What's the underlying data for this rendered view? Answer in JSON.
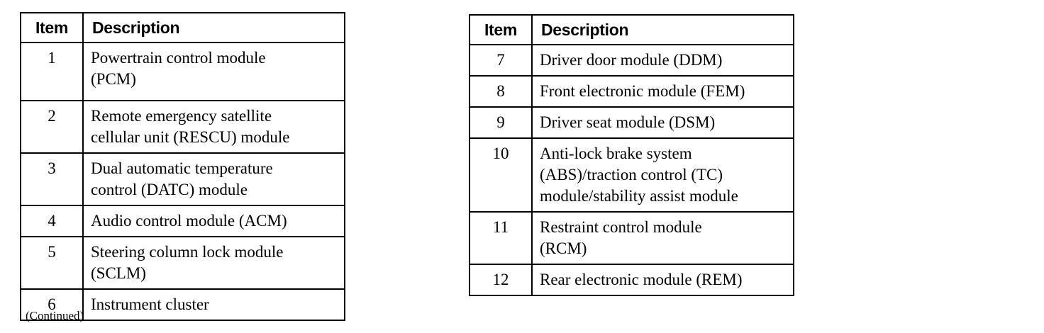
{
  "left_table": {
    "header_item": "Item",
    "header_description": "Description",
    "rows": [
      {
        "item": "1",
        "lines": [
          "Powertrain control module",
          "(PCM)"
        ]
      },
      {
        "item": "2",
        "lines": [
          "Remote emergency satellite",
          "cellular unit (RESCU) module"
        ]
      },
      {
        "item": "3",
        "lines": [
          "Dual automatic temperature",
          "control (DATC) module"
        ]
      },
      {
        "item": "4",
        "lines": [
          "Audio control module (ACM)"
        ]
      },
      {
        "item": "5",
        "lines": [
          "Steering column lock module",
          "(SCLM)"
        ]
      },
      {
        "item": "6",
        "lines": [
          "Instrument cluster"
        ]
      }
    ]
  },
  "right_table": {
    "header_item": "Item",
    "header_description": "Description",
    "rows": [
      {
        "item": "7",
        "lines": [
          "Driver door module (DDM)"
        ]
      },
      {
        "item": "8",
        "lines": [
          "Front electronic module (FEM)"
        ]
      },
      {
        "item": "9",
        "lines": [
          "Driver seat module (DSM)"
        ]
      },
      {
        "item": "10",
        "lines": [
          "Anti-lock brake system",
          "(ABS)/traction control (TC)",
          "module/stability assist module"
        ]
      },
      {
        "item": "11",
        "lines": [
          "Restraint control module",
          "(RCM)"
        ]
      },
      {
        "item": "12",
        "lines": [
          "Rear electronic module (REM)"
        ]
      }
    ]
  },
  "caption": "(Continued)"
}
